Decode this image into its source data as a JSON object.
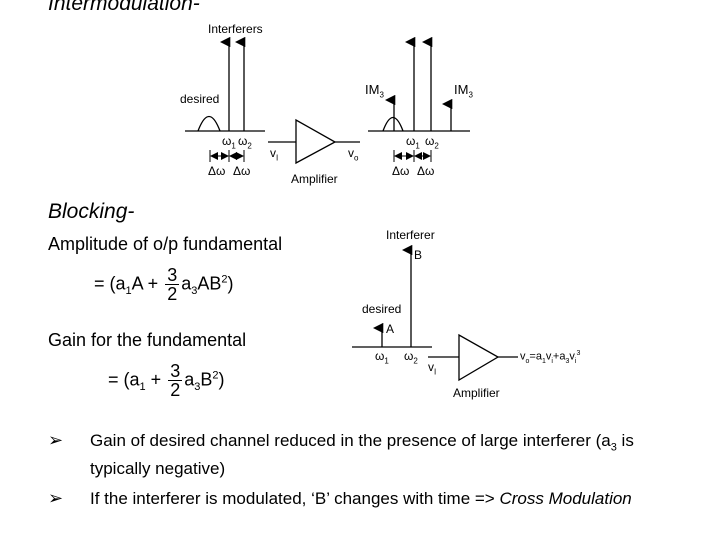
{
  "intermod": {
    "title": "Intermodulation-",
    "interferers": "Interferers",
    "desired": "desired",
    "w1": "ω",
    "w1sub": "1",
    "w2": "ω",
    "w2sub": "2",
    "dw": "Δω",
    "vi": "v",
    "visub": "I",
    "vo": "v",
    "vosub": "o",
    "amplifier": "Amplifier",
    "im3": "IM",
    "im3sub": "3"
  },
  "blocking": {
    "title": "Blocking-",
    "amp_label": "Amplitude of o/p fundamental",
    "eq1_pre": "= (a",
    "eq1_sub1": "1",
    "eq1_mid": "A +",
    "frac_num": "3",
    "frac_den": "2",
    "eq1_post": "a",
    "eq1_sub3": "3",
    "eq1_end": "AB",
    "eq1_sup": "2",
    "eq1_close": ")",
    "gain_label": "Gain for the fundamental",
    "eq2_pre": "= (a",
    "eq2_sub1": "1",
    "eq2_plus": " +",
    "eq2_post": "a",
    "eq2_sub3": "3",
    "eq2_end": "B",
    "eq2_sup": "2",
    "eq2_close": ")",
    "interferer": "Interferer",
    "B": "B",
    "desired": "desired",
    "A": "A",
    "output_eq": "v",
    "output_eq_rest": "=a",
    "amplifier": "Amplifier"
  },
  "bullets": [
    "Gain of desired channel reduced in the presence of large interferer (a",
    "3",
    " is typically negative)",
    "If the interferer is modulated, ‘B’ changes with time => ",
    "Cross Modulation"
  ],
  "bullet_glyph": "➢"
}
